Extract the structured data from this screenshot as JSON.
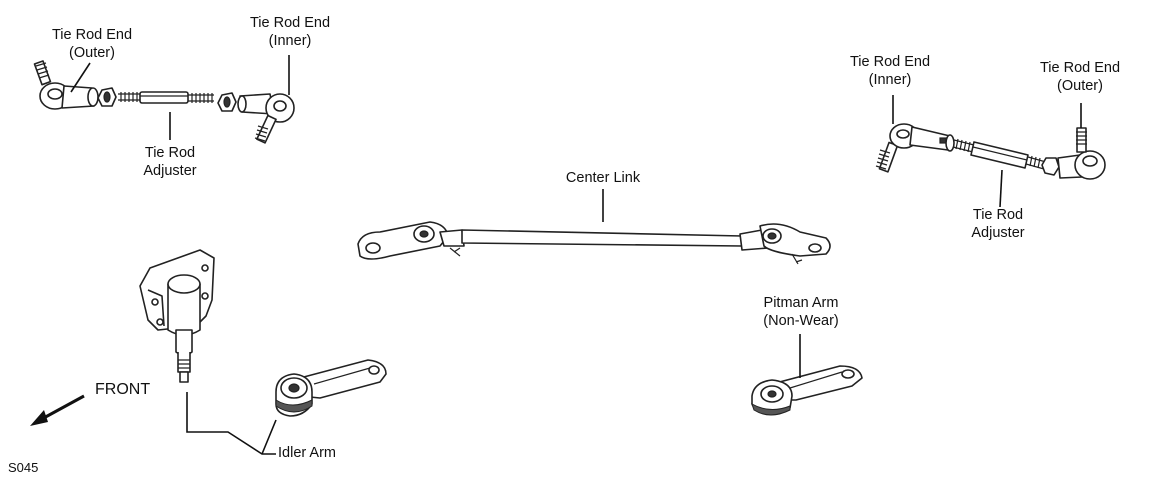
{
  "labels": {
    "tie_rod_end_outer_left": {
      "line1": "Tie Rod End",
      "line2": "(Outer)"
    },
    "tie_rod_end_inner_left": {
      "line1": "Tie Rod End",
      "line2": "(Inner)"
    },
    "tie_rod_adjuster_left": {
      "line1": "Tie Rod",
      "line2": "Adjuster"
    },
    "center_link": "Center Link",
    "tie_rod_end_inner_right": {
      "line1": "Tie Rod End",
      "line2": "(Inner)"
    },
    "tie_rod_end_outer_right": {
      "line1": "Tie Rod End",
      "line2": "(Outer)"
    },
    "tie_rod_adjuster_right": {
      "line1": "Tie Rod",
      "line2": "Adjuster"
    },
    "pitman_arm": {
      "line1": "Pitman Arm",
      "line2": "(Non-Wear)"
    },
    "front": "FRONT",
    "idler_arm": "Idler Arm",
    "figure_code": "S045"
  }
}
